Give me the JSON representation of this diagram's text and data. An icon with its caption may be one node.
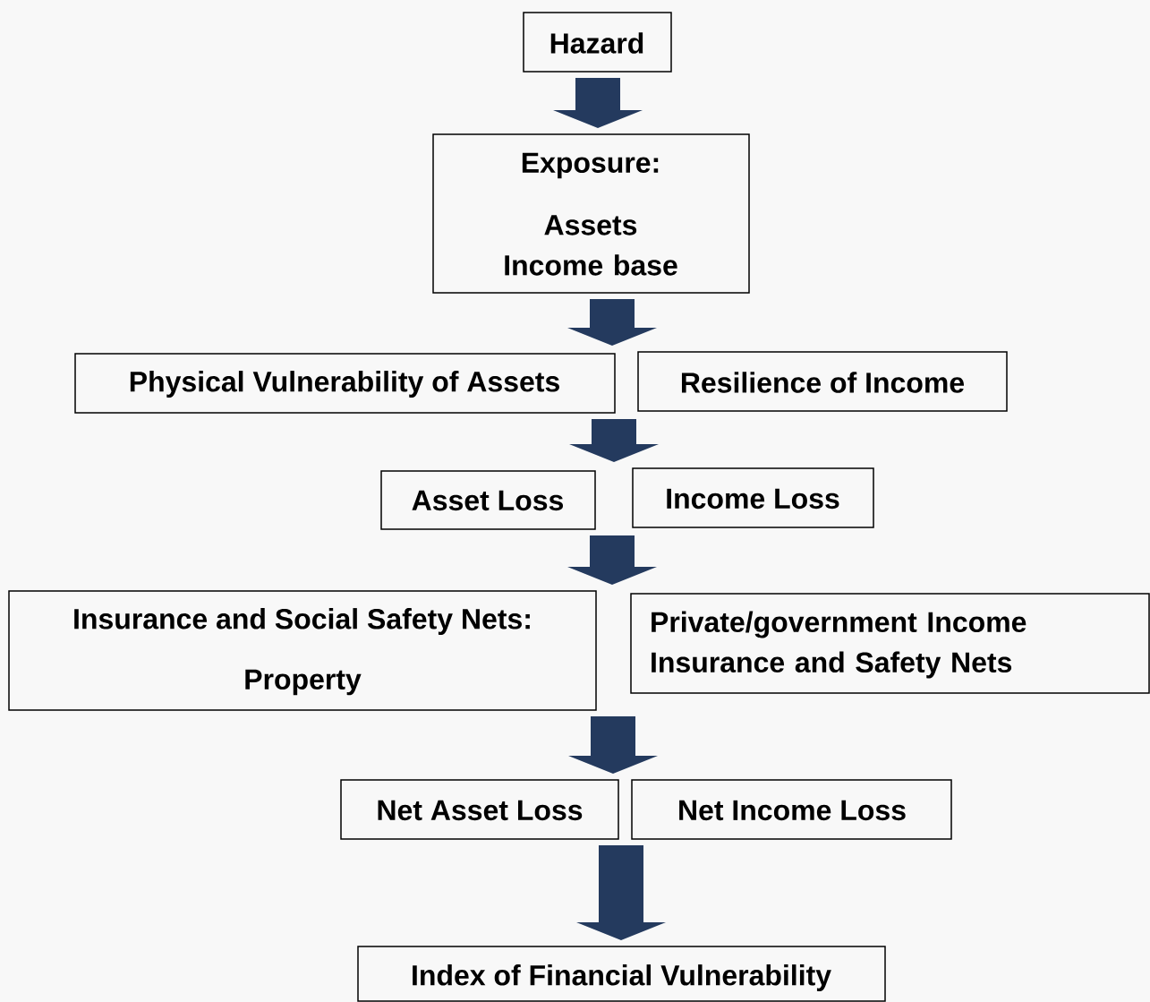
{
  "diagram": {
    "nodes": [
      {
        "text": [
          "Hazard"
        ]
      },
      {
        "text": [
          "Exposure:",
          "Assets Income base"
        ]
      },
      {
        "text": [
          "Physical Vulnerability of Assets"
        ]
      },
      {
        "text": [
          "Resilience of Income"
        ]
      },
      {
        "text": [
          "Asset Loss"
        ]
      },
      {
        "text": [
          "Income Loss"
        ]
      },
      {
        "text": [
          "Insurance and Social Safety Nets:",
          "Property"
        ]
      },
      {
        "text": [
          "Private/government Income Insurance and Safety Nets"
        ]
      },
      {
        "text": [
          "Net Asset Loss"
        ]
      },
      {
        "text": [
          "Net Income Loss"
        ]
      },
      {
        "text": [
          "Index of Financial Vulnerability"
        ]
      }
    ],
    "edges": [
      {
        "from": 0,
        "to": 1,
        "arrow": "to"
      },
      {
        "from": 1,
        "to": 2,
        "arrow": "to"
      },
      {
        "from": 1,
        "to": 3,
        "arrow": "to"
      },
      {
        "from": 2,
        "to": 4,
        "arrow": "to"
      },
      {
        "from": 3,
        "to": 5,
        "arrow": "to"
      },
      {
        "from": 4,
        "to": 6,
        "arrow": "to"
      },
      {
        "from": 5,
        "to": 7,
        "arrow": "to"
      },
      {
        "from": 6,
        "to": 8,
        "arrow": "to"
      },
      {
        "from": 7,
        "to": 9,
        "arrow": "to"
      },
      {
        "from": 8,
        "to": 10,
        "arrow": "to"
      },
      {
        "from": 9,
        "to": 10,
        "arrow": "to"
      }
    ]
  }
}
